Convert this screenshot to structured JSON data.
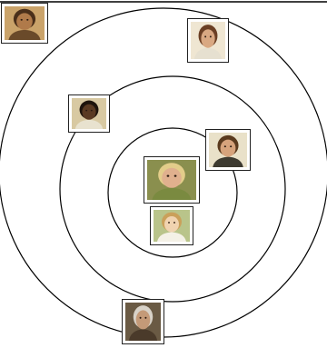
{
  "diagram": {
    "style": "concentric rings with portrait thumbnails",
    "colors": {
      "ring": "#000000",
      "frame": "#222222",
      "background": "#ffffff"
    },
    "rings": [
      {
        "id": "outer"
      },
      {
        "id": "middle"
      },
      {
        "id": "inner"
      }
    ],
    "portraits": [
      {
        "id": "p1",
        "ring": "outside",
        "icon": "bearded-man-portrait",
        "bg": "#caa36a",
        "skin": "#b07a4a",
        "hair": "#4a2f1a",
        "cloth": "#6a4a2a"
      },
      {
        "id": "p2",
        "ring": "outer",
        "icon": "woman-portrait",
        "bg": "#efe6d2",
        "skin": "#d9a882",
        "hair": "#6b3f24",
        "cloth": "#e6e0d0"
      },
      {
        "id": "p3",
        "ring": "middle",
        "icon": "smiling-man-portrait",
        "bg": "#d8c9a2",
        "skin": "#5a3a22",
        "hair": "#1e140c",
        "cloth": "#e8e2cf"
      },
      {
        "id": "p4",
        "ring": "inner",
        "icon": "young-man-portrait",
        "bg": "#e9e1c9",
        "skin": "#d6a37c",
        "hair": "#5a3a1e",
        "cloth": "#3d3a30"
      },
      {
        "id": "p5",
        "ring": "center",
        "icon": "blonde-woman-portrait",
        "bg": "#8a8f4e",
        "skin": "#e0b08e",
        "hair": "#e3cd8a",
        "cloth": "#7a8a40"
      },
      {
        "id": "p6",
        "ring": "center",
        "icon": "child-portrait",
        "bg": "#b9c48a",
        "skin": "#f0d3b0",
        "hair": "#caa05a",
        "cloth": "#f4f1e6"
      },
      {
        "id": "p7",
        "ring": "outer",
        "icon": "old-man-portrait",
        "bg": "#6a5a44",
        "skin": "#c49a78",
        "hair": "#d8d2c8",
        "cloth": "#4a3a2a"
      }
    ]
  }
}
